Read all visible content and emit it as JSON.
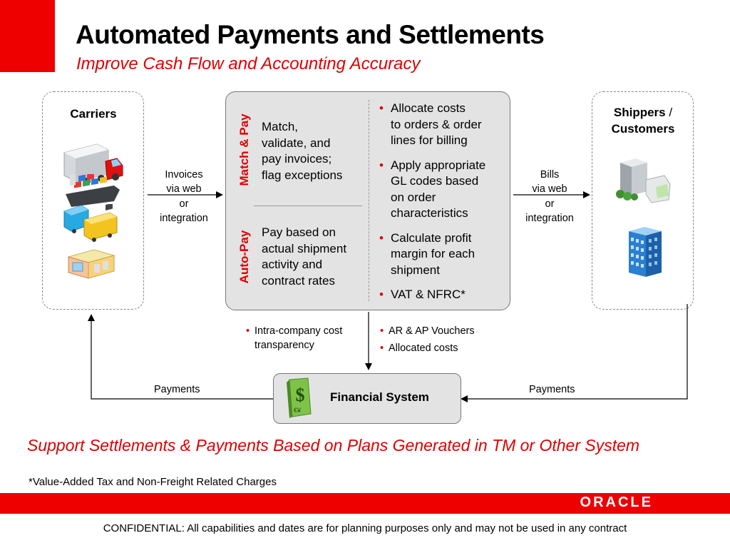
{
  "header": {
    "title": "Automated Payments and Settlements",
    "subtitle": "Improve Cash Flow and Accounting Accuracy"
  },
  "carriers": {
    "label": "Carriers"
  },
  "shippers": {
    "label_bold": "Shippers",
    "label_rest": " /",
    "label_line2": "Customers"
  },
  "arrows": {
    "invoices": [
      "Invoices",
      "via web",
      "or",
      "integration"
    ],
    "bills": [
      "Bills",
      "via web",
      "or",
      "integration"
    ],
    "payments_left": "Payments",
    "payments_right": "Payments"
  },
  "center": {
    "match_pay_label": "Match & Pay",
    "match_pay_text": [
      "Match,",
      "validate, and",
      "pay invoices;",
      "flag exceptions"
    ],
    "auto_pay_label": "Auto-Pay",
    "auto_pay_text": [
      "Pay based on",
      "actual shipment",
      "activity and",
      "contract rates"
    ],
    "bullets": [
      [
        "Allocate costs",
        "to orders & order",
        "lines for billing"
      ],
      [
        "Apply appropriate",
        "GL codes based",
        "on order",
        "characteristics"
      ],
      [
        "Calculate profit",
        "margin for each",
        "shipment"
      ],
      [
        "VAT & NFRC*"
      ]
    ]
  },
  "below": {
    "left_bullets": [
      [
        "Intra-company cost",
        "transparency"
      ]
    ],
    "right_bullets": [
      [
        "AR & AP Vouchers"
      ],
      [
        "Allocated costs"
      ]
    ]
  },
  "financial": {
    "label": "Financial System"
  },
  "tagline": "Support Settlements & Payments Based on Plans Generated in TM or Other System",
  "footnote": "*Value-Added Tax and Non-Freight Related Charges",
  "brand": {
    "logo_text": "ORACLE"
  },
  "confidential": "CONFIDENTIAL:  All capabilities and dates are for planning purposes only and may not be used in any contract",
  "colors": {
    "accent_red": "#ee0000",
    "text_red": "#dd0000",
    "panel_gray": "#e3e3e3"
  },
  "icons": [
    "truck-icon",
    "ship-icon",
    "train-icon",
    "warehouse-icon",
    "office-building-icon",
    "tower-building-icon",
    "money-book-icon"
  ]
}
